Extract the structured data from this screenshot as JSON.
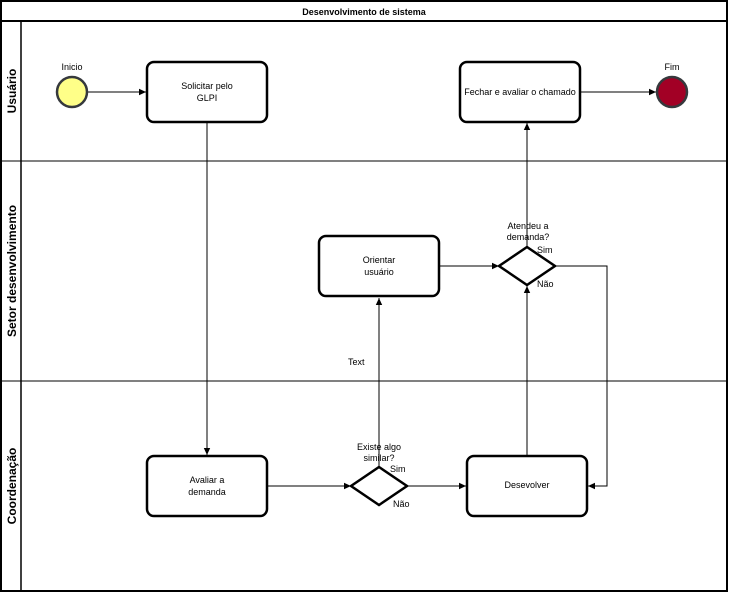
{
  "pool": {
    "title": "Desenvolvimento de sistema",
    "lanes": [
      {
        "id": "usuario",
        "label": "Usuário"
      },
      {
        "id": "setor",
        "label": "Setor desenvolvimento"
      },
      {
        "id": "coordenacao",
        "label": "Coordenação"
      }
    ]
  },
  "events": {
    "start": {
      "label": "Inicio",
      "fill": "#ffff88"
    },
    "end": {
      "label": "Fim",
      "fill": "#a20025"
    }
  },
  "tasks": {
    "solicitar": [
      "Solicitar pelo",
      "GLPI"
    ],
    "fechar": [
      "Fechar e avaliar o chamado"
    ],
    "orientar": [
      "Orientar",
      "usuário"
    ],
    "avaliar": [
      "Avaliar a",
      "demanda"
    ],
    "desevolver": [
      "Desevolver"
    ]
  },
  "gateways": {
    "atendeu": {
      "question": [
        "Atendeu a",
        "demanda?"
      ],
      "yes": "Sim",
      "no": "Não"
    },
    "existe": {
      "question": [
        "Existe algo",
        "similar?"
      ],
      "yes": "Sim",
      "no": "Não"
    }
  },
  "edge_labels": {
    "text": "Text"
  }
}
